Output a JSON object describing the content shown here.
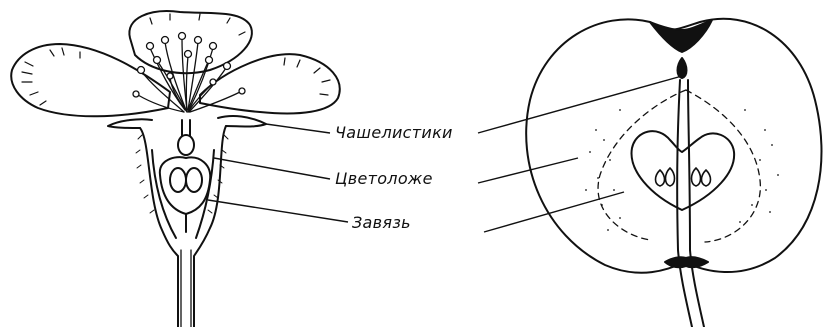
{
  "labels": {
    "sepals": "Чашелистики",
    "receptacle": "Цветоложе",
    "ovary": "Завязь"
  },
  "colors": {
    "ink": "#111111",
    "paper": "#ffffff"
  }
}
